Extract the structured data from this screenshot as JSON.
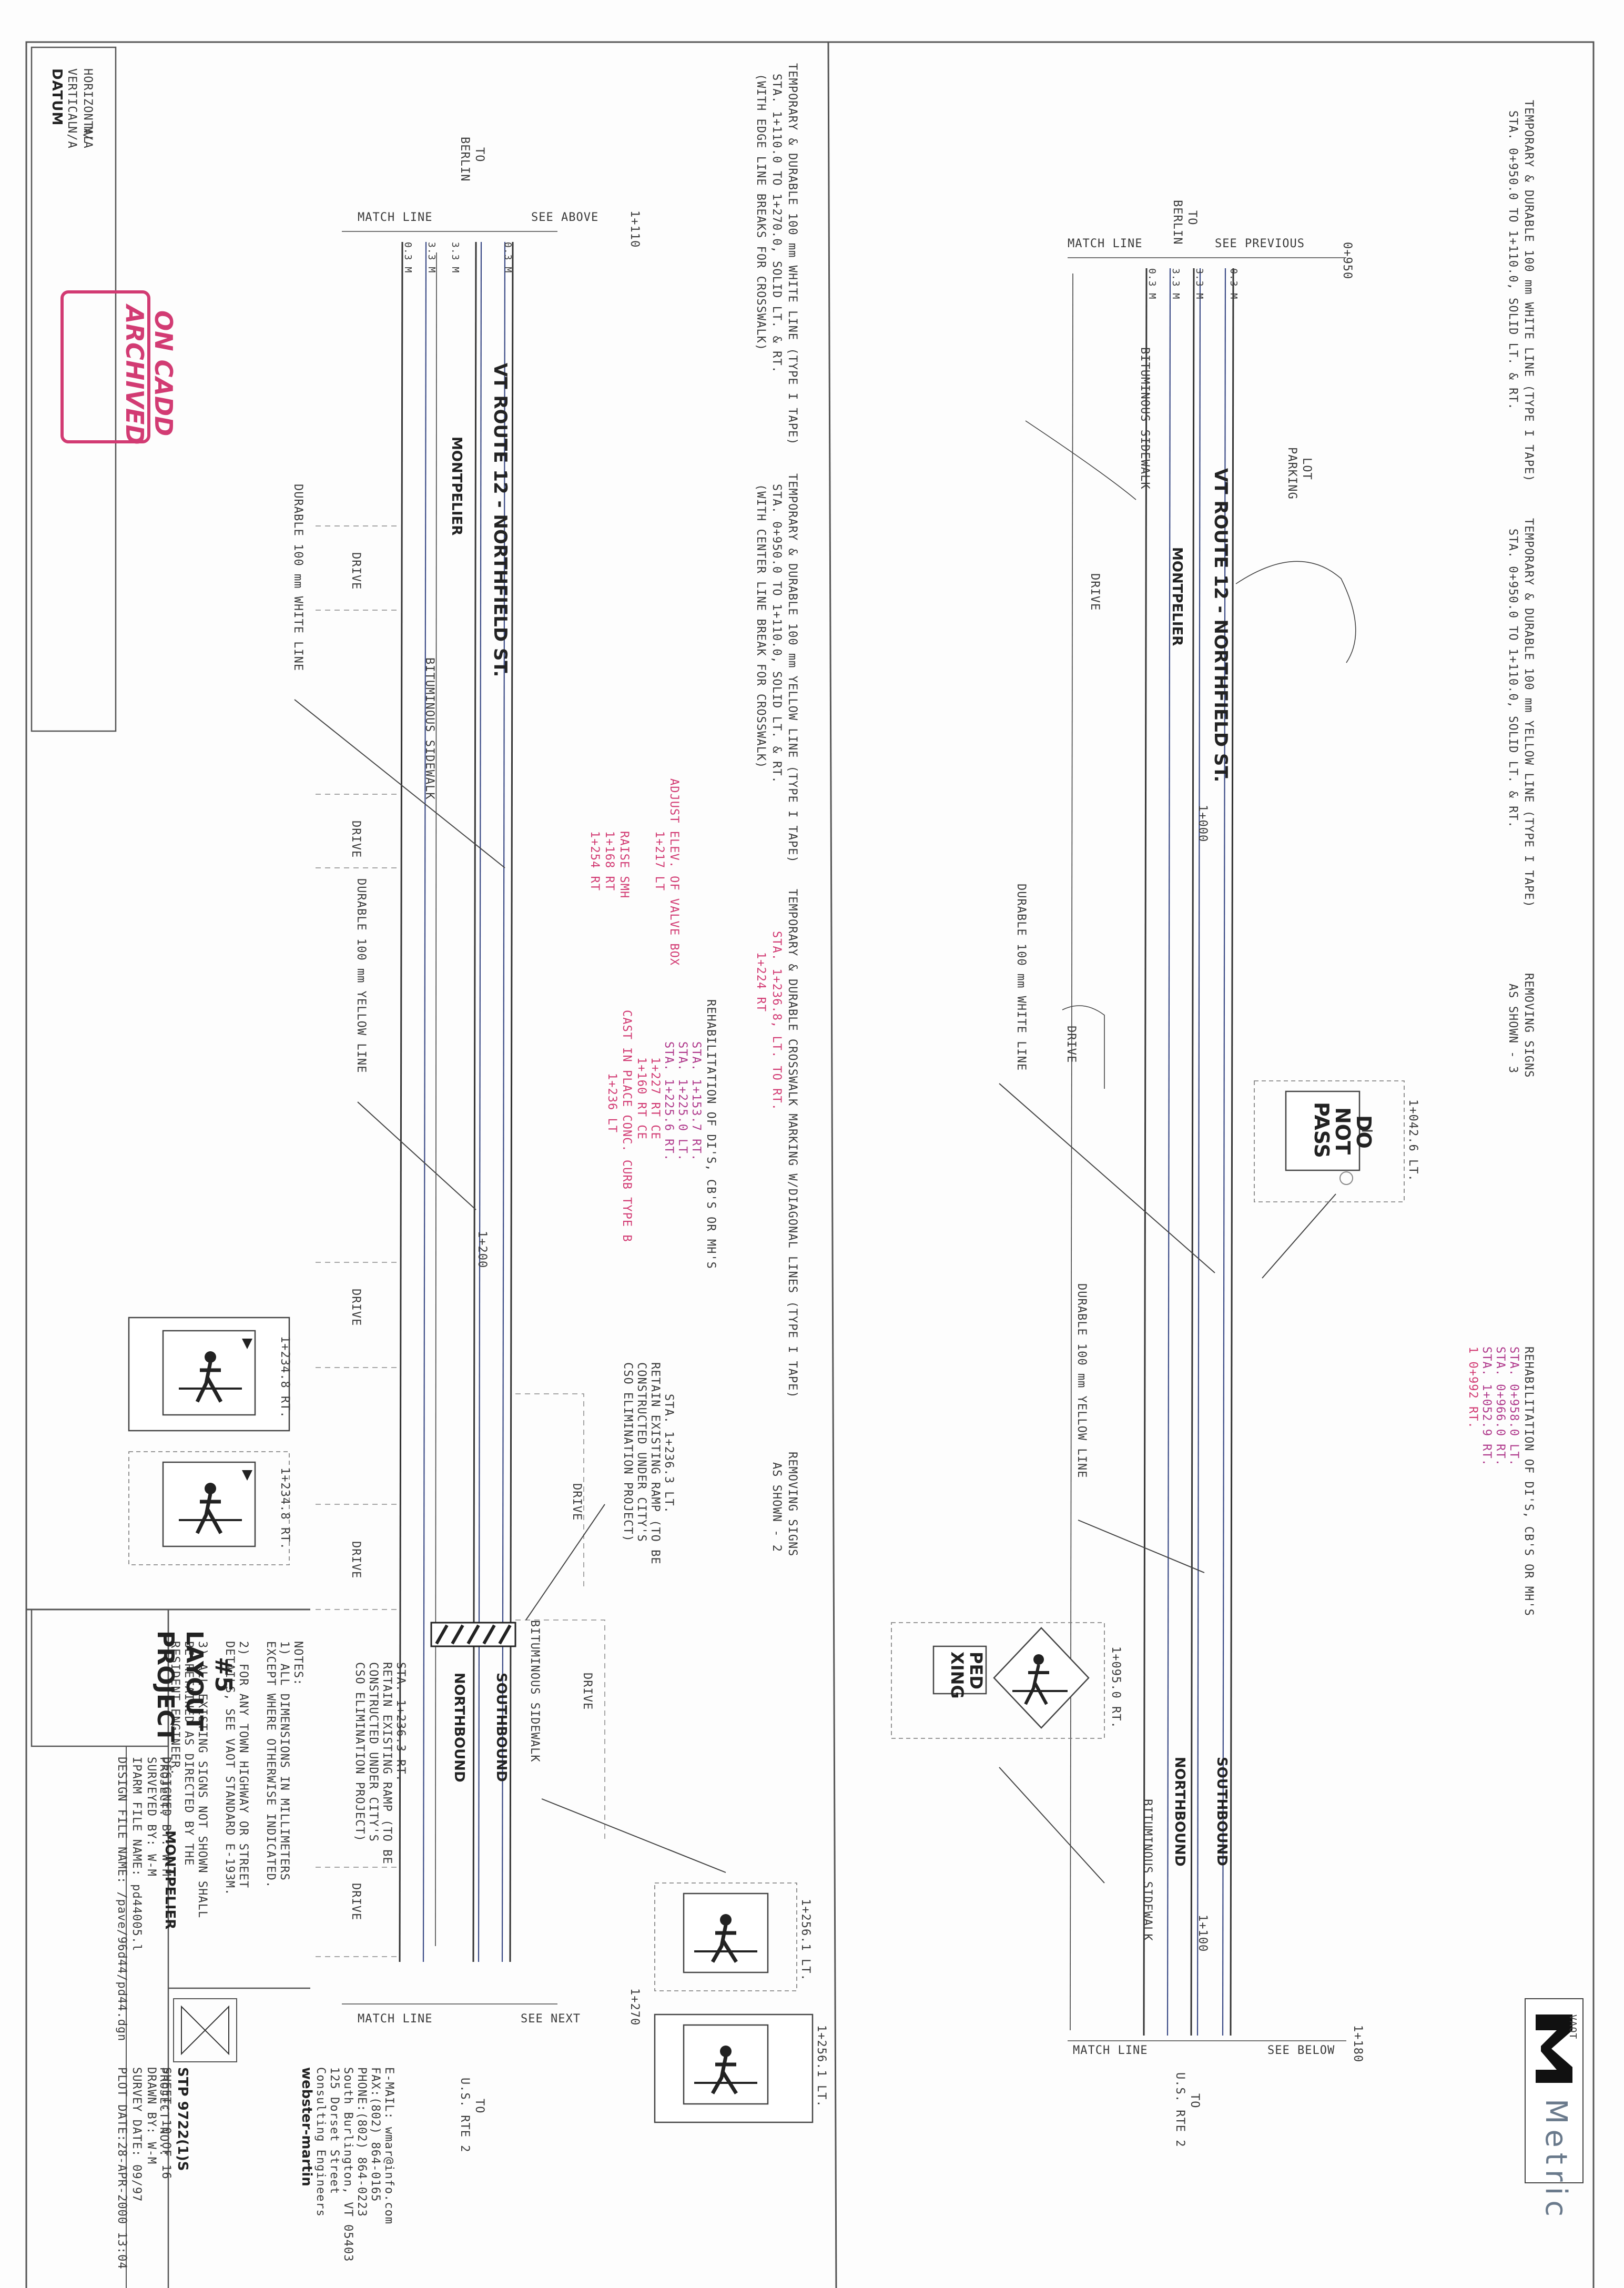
{
  "sheet": {
    "project_layout_title": [
      "PROJECT",
      "LAYOUT",
      "#5"
    ],
    "project_label": "PROJECT:",
    "project_name": "MONTPELIER",
    "project_no_label": "PROJECT NO.:",
    "project_no": "STP 9722(1)S",
    "design_file": "DESIGN FILE NAME: /pave/96d44/pd44.dgn",
    "iparm_file": "IPARM FILE NAME: pd44005.l",
    "surveyed_by": "SURVEYED BY: W-M",
    "designed_by": "DESIGNED BY: W-M",
    "plot_date": "PLOT DATE:28-APR-2000 13:04",
    "survey_date": "SURVEY DATE: 09/97",
    "drawn_by": "DRAWN BY: W-M",
    "sheet_no": "SHEET: 10 OF 16",
    "firm_name": "webster-martin",
    "firm_lines": [
      "Consulting Engineers",
      "125 Dorset Street",
      "South Burlington, VT 05403",
      "PHONE:(802) 864-0223",
      "FAX:(802) 864-0165",
      "E-MAIL: wmar@info.com"
    ],
    "archived_stamp": [
      "ARCHIVED",
      "ON CADD"
    ],
    "datum": {
      "title": "DATUM",
      "vertical": "VERTICAL",
      "vertical_val": "N/A",
      "horizontal": "HORIZONTAL",
      "horizontal_val": "N/A"
    },
    "metric": "Metric",
    "vaot": "VAOT"
  },
  "notes": {
    "title": "NOTES:",
    "items": [
      "1)  ALL DIMENSIONS IN MILLIMETERS",
      "    EXCEPT WHERE OTHERWISE INDICATED.",
      "2)  FOR ANY TOWN HIGHWAY OR STREET",
      "    DETAILS, SEE VAOT STANDARD E-193M.",
      "3)  ALL EXISTING SIGNS NOT SHOWN SHALL",
      "    BE RETAINED AS DIRECTED BY THE",
      "    RESIDENT ENGINEER."
    ]
  },
  "top_plan": {
    "road_name": "VT ROUTE 12 - NORTHFIELD ST.",
    "town": "MONTPELIER",
    "southbound": "SOUTHBOUND",
    "northbound": "NORTHBOUND",
    "to_berlin": [
      "TO",
      "BERLIN"
    ],
    "to_usrte2": [
      "TO",
      "U.S. RTE 2"
    ],
    "match_line_left": "MATCH LINE",
    "see_previous": "SEE PREVIOUS",
    "match_line_right": "MATCH LINE",
    "see_below": "SEE BELOW",
    "sta_start": "0+950",
    "sta_mid": "1+000",
    "sta_100": "1+100",
    "sta_end": "1+180",
    "lane_dims": [
      "0.3 M",
      "3.3 M",
      "3.3 M",
      "0.3 M"
    ],
    "sidewalk": "BITUMINOUS SIDEWALK",
    "parking": [
      "PARKING",
      "LOT"
    ],
    "drive": "DRIVE",
    "white_line_note": [
      "TEMPORARY & DURABLE 100 mm WHITE LINE (TYPE I TAPE)",
      "STA. 0+950.0 TO 1+110.0, SOLID LT. & RT."
    ],
    "yellow_line_note": [
      "TEMPORARY & DURABLE 100 mm YELLOW LINE (TYPE I TAPE)",
      "STA. 0+950.0 TO 1+110.0, SOLID LT. & RT."
    ],
    "removing_signs": [
      "REMOVING SIGNS",
      "AS SHOWN - 3"
    ],
    "durable_white": "DURABLE 100 mm WHITE LINE",
    "durable_yellow": "DURABLE 100 mm YELLOW LINE",
    "rehab_title": "REHABILITATION OF DI'S, CB'S OR MH'S",
    "rehab_items": [
      "STA. 0+958.0 LT.",
      "STA. 0+966.0 RT.",
      "STA. 1+052.9 RT.",
      "1  0+992 RT."
    ],
    "do_not_pass": [
      "DO",
      "NOT",
      "PASS"
    ],
    "dnp_sta": "1+042.6 LT.",
    "ped_xing": [
      "PED",
      "XING"
    ],
    "ped_sta": "1+095.0 RT.",
    "sign_sta_a": "1+256.1 LT.",
    "sign_sta_b": "1+256.1 LT."
  },
  "bottom_plan": {
    "road_name": "VT ROUTE 12 - NORTHFIELD ST.",
    "town": "MONTPELIER",
    "southbound": "SOUTHBOUND",
    "northbound": "NORTHBOUND",
    "to_berlin": [
      "TO",
      "BERLIN"
    ],
    "to_usrte2": [
      "TO",
      "U.S. RTE 2"
    ],
    "match_line_left": "MATCH LINE",
    "see_above": "SEE ABOVE",
    "match_line_right": "MATCH LINE",
    "see_next": "SEE NEXT",
    "sta_start": "1+110",
    "sta_mid": "1+200",
    "sta_end": "1+270",
    "lane_dims": [
      "0.3 M",
      "3.3 M",
      "3.3 M",
      "0.3 M"
    ],
    "sidewalk": "BITUMINOUS SIDEWALK",
    "drive": "DRIVE",
    "white_line_note": [
      "TEMPORARY & DURABLE 100 mm WHITE LINE (TYPE I TAPE)",
      "STA. 1+110.0 TO 1+270.0, SOLID LT. & RT.",
      "(WITH EDGE LINE BREAKS FOR CROSSWALK)"
    ],
    "yellow_line_note": [
      "TEMPORARY & DURABLE 100 mm YELLOW LINE (TYPE I TAPE)",
      "STA. 0+950.0 TO 1+110.0, SOLID LT. & RT.",
      "(WITH CENTER LINE BREAK FOR CROSSWALK)"
    ],
    "crosswalk_note": [
      "TEMPORARY & DURABLE CROSSWALK MARKING W/DIAGONAL LINES (TYPE I TAPE)",
      "STA. 1+236.8, LT. TO RT."
    ],
    "crosswalk_sta": "1+224 RT",
    "removing_signs": [
      "REMOVING SIGNS",
      "AS SHOWN - 2"
    ],
    "durable_white": "DURABLE 100 mm WHITE LINE",
    "durable_yellow": "DURABLE 100 mm YELLOW LINE",
    "rehab_title": "REHABILITATION OF DI'S, CB'S OR MH'S",
    "rehab_items": [
      "STA. 1+153.7 RT.",
      "STA. 1+225.0 LT.",
      "STA. 1+225.6 RT.",
      "1+227 RT CE",
      "1+160 RT CE"
    ],
    "adjust_valve": [
      "ADJUST ELEV. OF VALVE BOX",
      "1+217 LT"
    ],
    "raise_smh": [
      "RAISE SMH",
      "1+168 RT",
      "1+254 RT"
    ],
    "cast_curb": [
      "CAST IN PLACE CONC. CURB TYPE B",
      "1+236 LT"
    ],
    "retain_ramp_a": [
      "STA. 1+236.3 LT.",
      "RETAIN EXISTING RAMP (TO BE",
      "CONSTRUCTED UNDER CITY'S",
      "CSO ELIMINATION PROJECT)"
    ],
    "retain_ramp_b": [
      "STA. 1+236.3 RT.",
      "RETAIN EXISTING RAMP (TO BE",
      "CONSTRUCTED UNDER CITY'S",
      "CSO ELIMINATION PROJECT)"
    ],
    "sign_sta_a": "1+234.8 RT.",
    "sign_sta_b": "1+234.8 RT."
  }
}
